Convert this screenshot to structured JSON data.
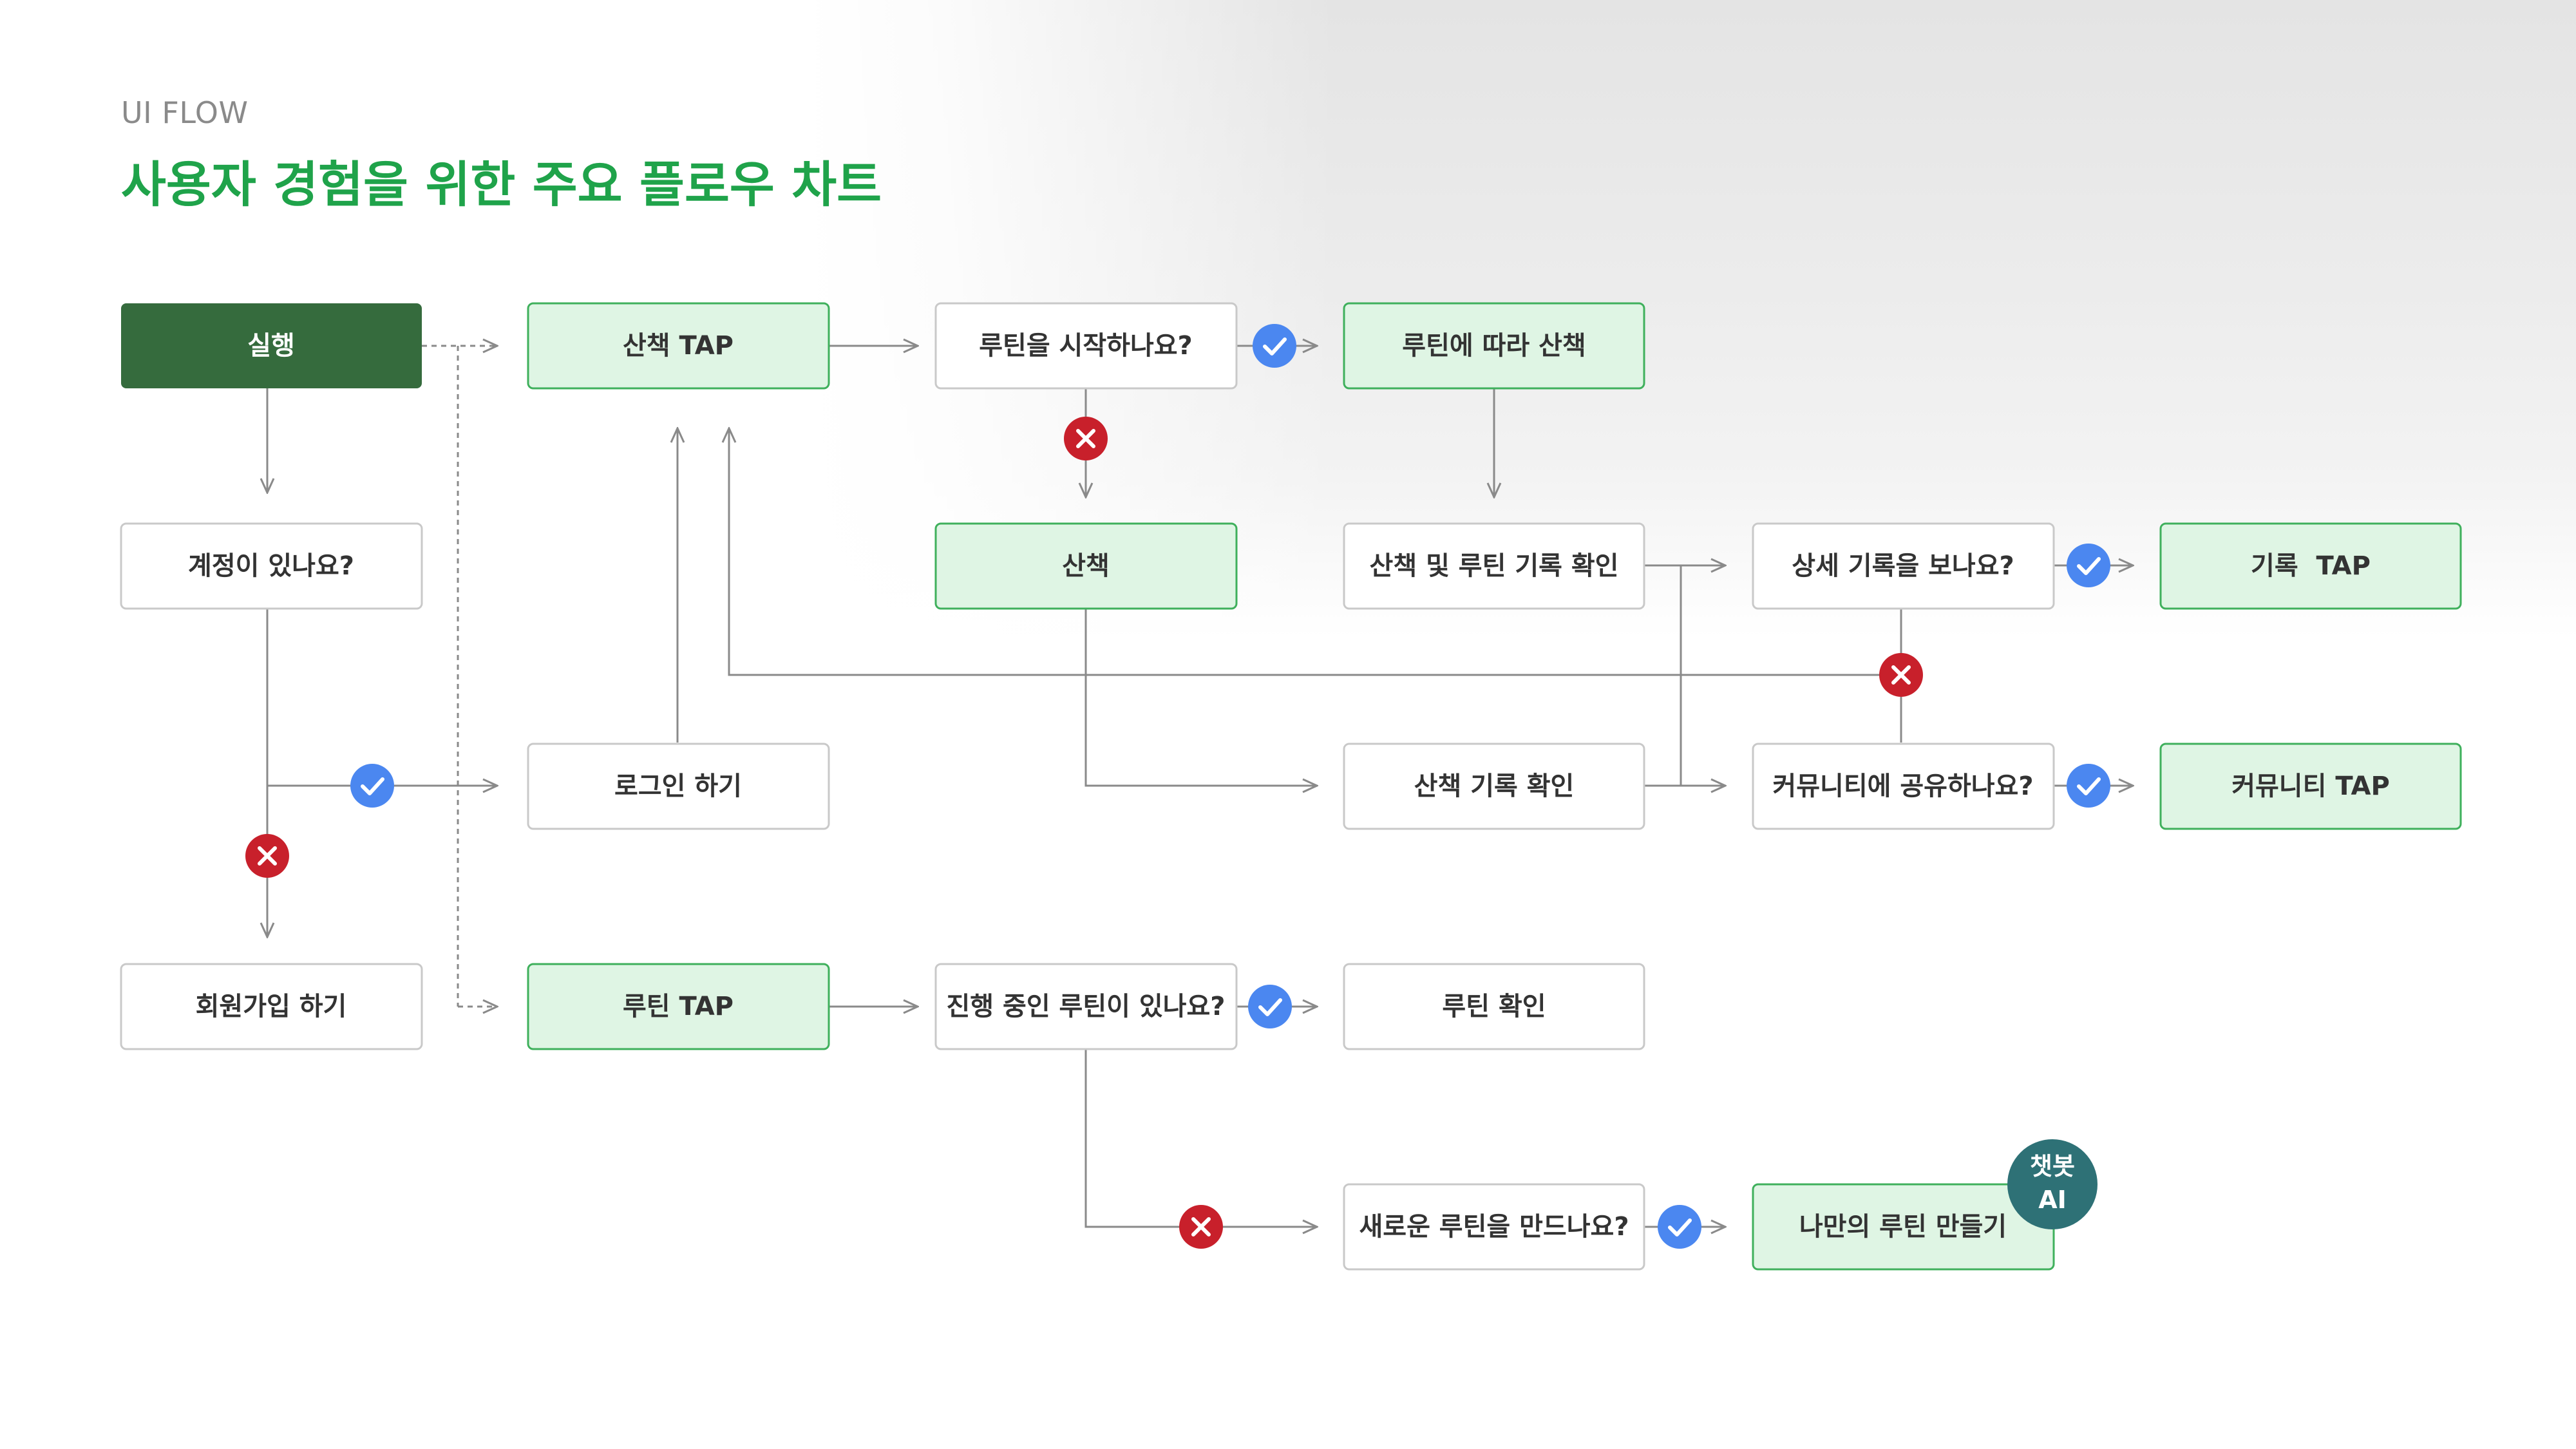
{
  "header": {
    "subtitle": "UI FLOW",
    "title": "사용자 경험을 위한 주요 플로우 차트"
  },
  "colors": {
    "start_fill": "#356b3d",
    "green_fill": "#dff5e4",
    "green_border": "#3fb05c",
    "gray_border": "#c9c9c9",
    "text": "#333333",
    "line": "#8a8a8a",
    "yes": "#4b87f0",
    "no": "#c8202b",
    "ai_badge": "#2e7176"
  },
  "nodes": {
    "start": "실행",
    "has_account": "계정이 있나요?",
    "signup": "회원가입 하기",
    "walk_tap": "산책 TAP",
    "login": "로그인 하기",
    "routine_tap": "루틴 TAP",
    "start_routine_q": "루틴을 시작하나요?",
    "walk": "산책",
    "ongoing_routine_q": "진행 중인 루틴이 있나요?",
    "walk_by_routine": "루틴에 따라 산책",
    "walk_routine_record": "산책 및 루틴 기록 확인",
    "walk_record": "산책 기록 확인",
    "routine_check": "루틴 확인",
    "new_routine_q": "새로운 루틴을 만드나요?",
    "detail_record_q": "상세 기록을 보나요?",
    "share_community_q": "커뮤니티에 공유하나요?",
    "my_routine": "나만의 루틴 만들기",
    "record_tap": "기록  TAP",
    "community_tap": "커뮤니티 TAP"
  },
  "badges": {
    "yes_icon": "check-icon",
    "no_icon": "x-icon",
    "ai_line1": "챗봇",
    "ai_line2": "AI"
  }
}
